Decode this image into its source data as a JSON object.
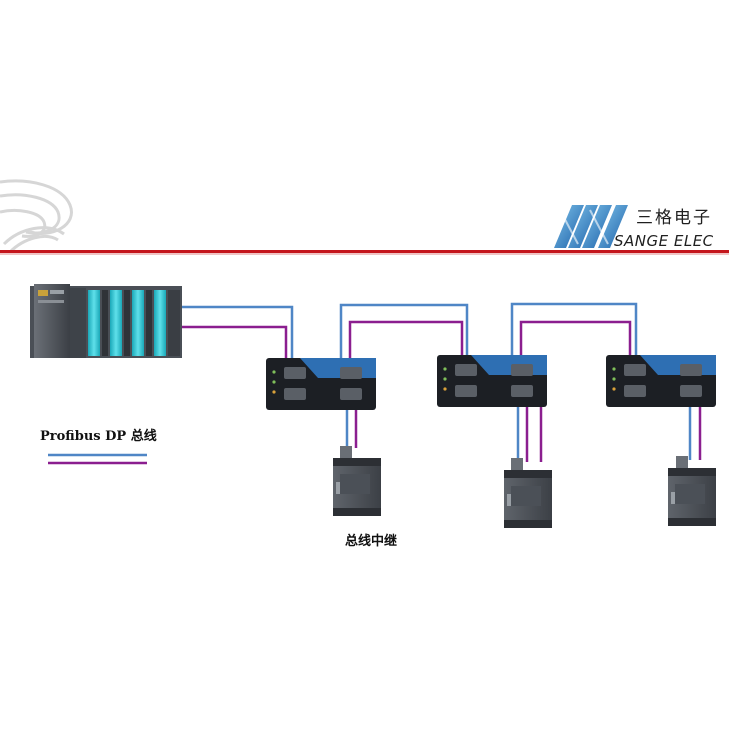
{
  "brand": {
    "name_cn": "三格电子",
    "name_en": "SANGE ELEC"
  },
  "legend": {
    "title": "Profibus DP 总线"
  },
  "caption": "总线中继",
  "colors": {
    "bus_blue": "#4f86c6",
    "bus_purple": "#8b1e8f",
    "header_rule": "#c4161c",
    "logo_blue": "#1b6fb0",
    "device_dark": "#1c1f24",
    "device_stripe": "#2e6fb3",
    "module_cyan": "#38c6d2"
  },
  "icons": [
    "plc-rack-icon",
    "repeater-icon",
    "io-module-icon",
    "brand-logo-icon",
    "corner-swirl-icon"
  ]
}
